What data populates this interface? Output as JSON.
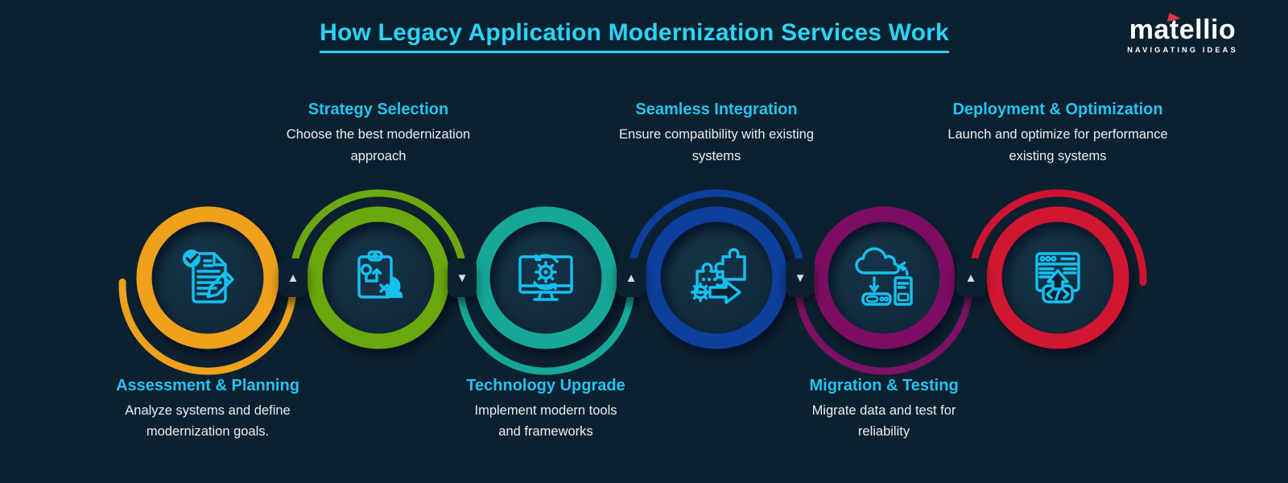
{
  "title": "How Legacy Application Modernization Services Work",
  "logo": {
    "brand": "matellio",
    "tagline": "NAVIGATING IDEAS"
  },
  "colors": {
    "background": "#0c2130",
    "title_cyan": "#29d4f6",
    "step_title_cyan": "#24c3f2",
    "body_text": "#e9eef0",
    "icon_cyan": "#14c1f0",
    "arrow_gray": "#d8dde1",
    "logo_red": "#e63345"
  },
  "steps": [
    {
      "title": "Assessment & Planning",
      "description": "Analyze systems and define modernization goals.",
      "color": "#efa11d",
      "icon": "document-check-pencil-icon",
      "label_position": "bottom",
      "arc_position": "bottom"
    },
    {
      "title": "Strategy Selection",
      "description": "Choose the best modernization approach",
      "color": "#6ba811",
      "icon": "strategy-clipboard-knight-icon",
      "label_position": "top",
      "arc_position": "top"
    },
    {
      "title": "Technology Upgrade",
      "description": "Implement modern tools and frameworks",
      "color": "#16a797",
      "icon": "monitor-gear-sync-icon",
      "label_position": "bottom",
      "arc_position": "bottom"
    },
    {
      "title": "Seamless Integration",
      "description": "Ensure compatibility with existing systems",
      "color": "#0d3f9c",
      "icon": "puzzle-gear-arrow-icon",
      "label_position": "top",
      "arc_position": "top"
    },
    {
      "title": "Migration & Testing",
      "description": "Migrate data and test for reliability",
      "color": "#7d1164",
      "icon": "cloud-transfer-server-icon",
      "label_position": "bottom",
      "arc_position": "bottom"
    },
    {
      "title": "Deployment & Optimization",
      "description": "Launch and optimize for performance existing systems",
      "color": "#d11233",
      "icon": "browser-deploy-code-icon",
      "label_position": "top",
      "arc_position": "top"
    }
  ],
  "connectors": [
    {
      "between": "step-1-to-2",
      "direction": "up",
      "glyph": "▲"
    },
    {
      "between": "step-2-to-3",
      "direction": "down",
      "glyph": "▼"
    },
    {
      "between": "step-3-to-4",
      "direction": "up",
      "glyph": "▲"
    },
    {
      "between": "step-4-to-5",
      "direction": "down",
      "glyph": "▼"
    },
    {
      "between": "step-5-to-6",
      "direction": "up",
      "glyph": "▲"
    }
  ]
}
